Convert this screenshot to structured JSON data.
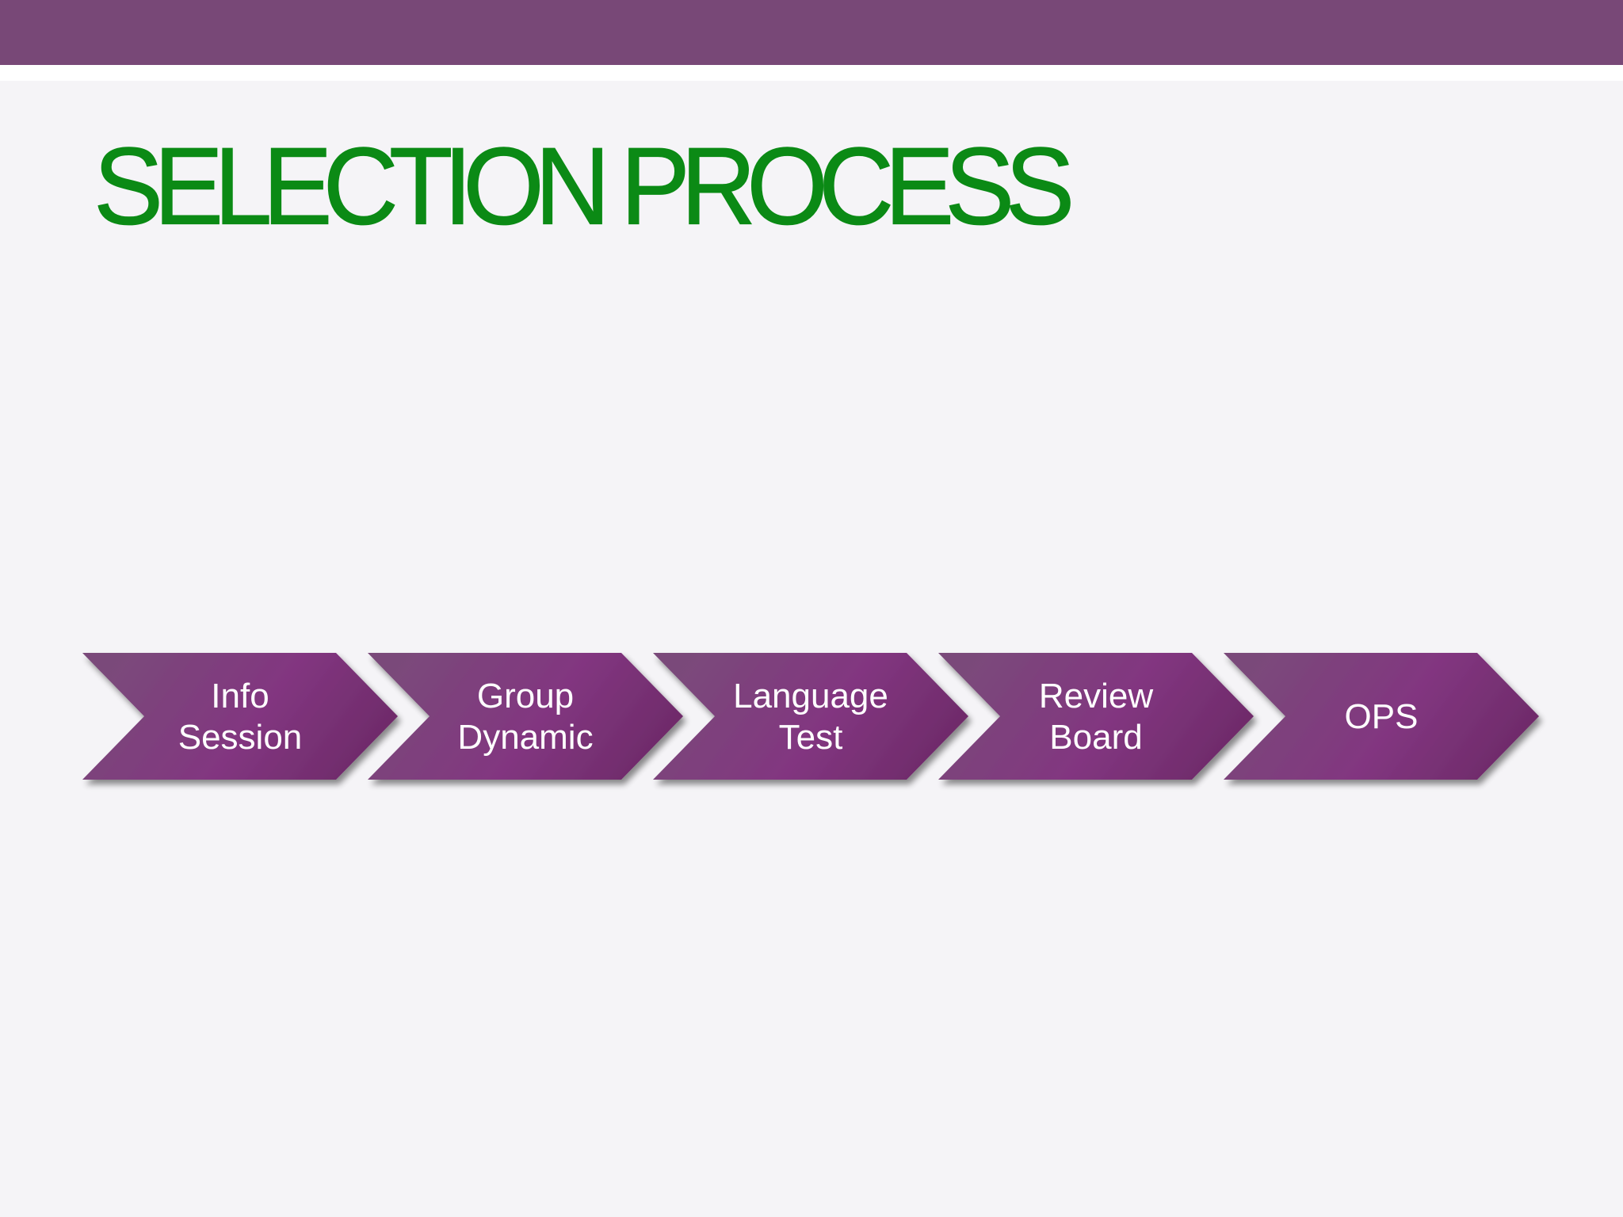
{
  "title": "SELECTION PROCESS",
  "colors": {
    "top_bar": "#784877",
    "title": "#0b8a15",
    "step_light": "#7a4a7a",
    "step_mid": "#823680",
    "step_dark": "#6d2a68",
    "step_text": "#ffffff",
    "background": "#f5f4f7"
  },
  "steps": [
    {
      "lines": [
        "Info",
        "Session"
      ]
    },
    {
      "lines": [
        "Group",
        "Dynamic"
      ]
    },
    {
      "lines": [
        "Language",
        "Test"
      ]
    },
    {
      "lines": [
        "Review",
        "Board"
      ]
    },
    {
      "lines": [
        "OPS"
      ]
    }
  ]
}
